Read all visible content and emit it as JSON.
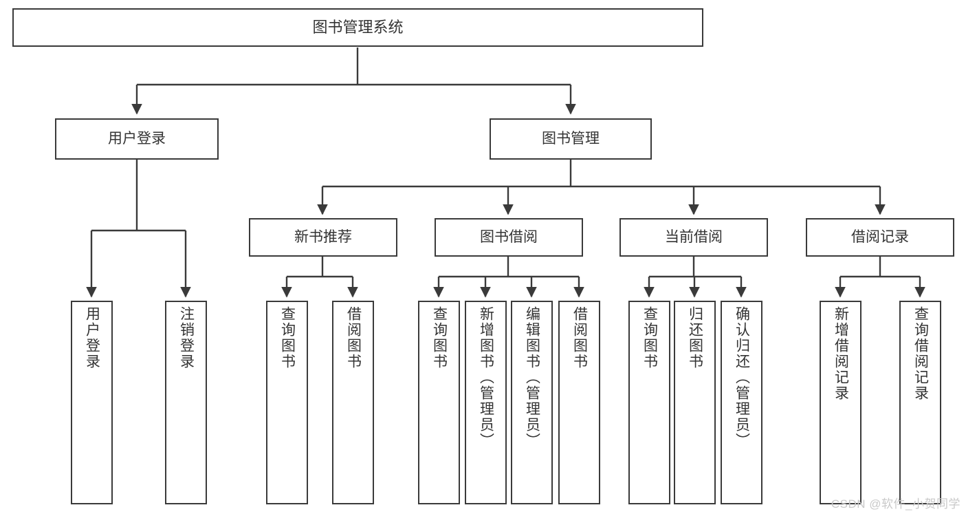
{
  "diagram": {
    "title": "图书管理系统",
    "watermark": "CSDN @软件_小贺同学",
    "stroke_color": "#3a3a3a",
    "text_color": "#333333",
    "background_color": "#ffffff",
    "watermark_color": "#c9c9c9"
  },
  "nodes": {
    "root": "图书管理系统",
    "l2": {
      "user_login": "用户登录",
      "book_manage": "图书管理"
    },
    "l3": {
      "new_book_recommend": "新书推荐",
      "book_borrow": "图书借阅",
      "current_borrow": "当前借阅",
      "borrow_record": "借阅记录"
    },
    "leaves": {
      "user_login_action": "用户登录",
      "logout_action": "注销登录",
      "recommend_query_book": "查询图书",
      "recommend_borrow_book": "借阅图书",
      "borrow_query_book": "查询图书",
      "borrow_add_book": "新增图书（管理员）",
      "borrow_edit_book": "编辑图书（管理员）",
      "borrow_borrow_book": "借阅图书",
      "current_query_book": "查询图书",
      "current_return_book": "归还图书",
      "current_confirm_return": "确认归还（管理员）",
      "record_add_record": "新增借阅记录",
      "record_query_record": "查询借阅记录"
    }
  },
  "chart_data": {
    "type": "table",
    "title": "图书管理系统 功能结构图",
    "hierarchy": [
      {
        "label": "图书管理系统",
        "level": 1,
        "children": [
          {
            "label": "用户登录",
            "level": 2,
            "children": [
              {
                "label": "用户登录",
                "level": 3,
                "children": []
              },
              {
                "label": "注销登录",
                "level": 3,
                "children": []
              }
            ]
          },
          {
            "label": "图书管理",
            "level": 2,
            "children": [
              {
                "label": "新书推荐",
                "level": 3,
                "children": [
                  {
                    "label": "查询图书",
                    "level": 4,
                    "children": []
                  },
                  {
                    "label": "借阅图书",
                    "level": 4,
                    "children": []
                  }
                ]
              },
              {
                "label": "图书借阅",
                "level": 3,
                "children": [
                  {
                    "label": "查询图书",
                    "level": 4,
                    "children": []
                  },
                  {
                    "label": "新增图书（管理员）",
                    "level": 4,
                    "children": []
                  },
                  {
                    "label": "编辑图书（管理员）",
                    "level": 4,
                    "children": []
                  },
                  {
                    "label": "借阅图书",
                    "level": 4,
                    "children": []
                  }
                ]
              },
              {
                "label": "当前借阅",
                "level": 3,
                "children": [
                  {
                    "label": "查询图书",
                    "level": 4,
                    "children": []
                  },
                  {
                    "label": "归还图书",
                    "level": 4,
                    "children": []
                  },
                  {
                    "label": "确认归还（管理员）",
                    "level": 4,
                    "children": []
                  }
                ]
              },
              {
                "label": "借阅记录",
                "level": 3,
                "children": [
                  {
                    "label": "新增借阅记录",
                    "level": 4,
                    "children": []
                  },
                  {
                    "label": "查询借阅记录",
                    "level": 4,
                    "children": []
                  }
                ]
              }
            ]
          }
        ]
      }
    ]
  }
}
